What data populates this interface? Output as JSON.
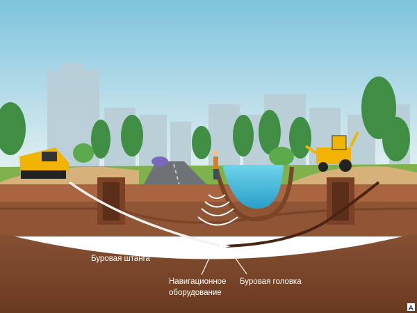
{
  "labels": {
    "drill_rod": "Буровая штанга",
    "navigation_line1": "Навигационное",
    "navigation_line2": "оборудование",
    "drill_head": "Буровая головка"
  },
  "watermark": "A",
  "colors": {
    "sky_top": "#7ec3de",
    "sky_bottom": "#e4f1f2",
    "grass": "#7fb24a",
    "topsoil": "#9a5a37",
    "deep_soil": "#6e3d22",
    "water": "#3fb6d6",
    "road": "#6f7275",
    "drill_rod": "#f2f2f2",
    "pipe": "#4a2412",
    "machine": "#f2b400"
  }
}
